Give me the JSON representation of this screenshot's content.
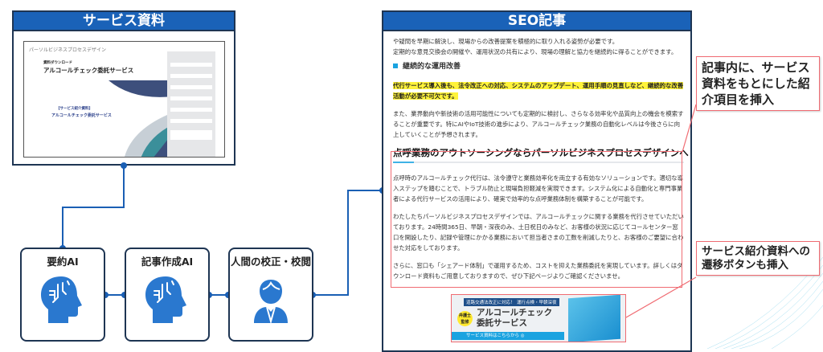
{
  "left_panel": {
    "title": "サービス資料",
    "screenshot": {
      "brand": "パーソルビジネスプロセスデザイン",
      "kicker": "資料ダウンロード",
      "heading": "アルコールチェック委託サービス",
      "sub_label": "【サービス紹介資料】",
      "sub_title": "アルコールチェック委託サービス"
    }
  },
  "steps": [
    {
      "label": "要約AI",
      "icon": "ai-head-icon"
    },
    {
      "label": "記事作成AI",
      "icon": "ai-head-icon"
    },
    {
      "label": "人間の校正・校閲",
      "icon": "person-icon"
    }
  ],
  "seo_panel": {
    "title": "SEO記事",
    "intro": [
      "や疑問を早期に解決し、現場からの改善提案を積極的に取り入れる姿勢が必要です。",
      "定期的な意見交換会の開催や、運用状況の共有により、現場の理解と協力を継続的に得ることができます。"
    ],
    "subheading": "継続的な運用改善",
    "highlight": "代行サービス導入後も、法令改正への対応、システムのアップデート、運用手順の見直しなど、継続的な改善活動が必要不可欠です。",
    "para2": "また、業界動向や新技術の活用可能性についても定期的に検討し、さらなる効率化や品質向上の機会を模索することが重要です。特にAIやIoT技術の進歩により、アルコールチェック業務の自動化レベルは今後さらに向上していくことが予想されます。",
    "section_heading": "点呼業務のアウトソーシングならパーソルビジネスプロセスデザインへ",
    "section_paras": [
      "点呼時のアルコールチェック代行は、法令遵守と業務効率化を両立する有効なソリューションです。適切な導入ステップを踏むことで、トラブル防止と現場負担軽減を実現できます。システム化による自動化と専門事業者による代行サービスの活用により、確実で効率的な点呼業務体制を構築することが可能です。",
      "わたしたちパーソルビジネスプロセスデザインでは、アルコールチェックに関する業務を代行させていただいております。24時間365日、早朝・深夜のみ、土日祝日のみなど、お客様の状況に応じてコールセンター窓口を開設したり、記録や管理にかかる業務において担当者さまの工数を削減したりと、お客様のご要望に合わせた対応をしております。",
      "さらに、窓口も「シェアード体制」で運用するため、コストを抑えた業務委託を実現しています。詳しくはダウンロード資料もご用意しておりますので、ぜひ下記ページよりご確認くださいませ。"
    ],
    "banner": {
      "tag1": "道路交通法改正に対応！",
      "tag2": "運行点検・早朝深夜",
      "badge": "弁護士監修",
      "title_line1": "アルコールチェック",
      "title_line2": "委託サービス",
      "cta": "サービス資料はこちらから ◎"
    }
  },
  "callouts": {
    "top": "記事内に、サービス資料をもとにした紹介項目を挿入",
    "bottom_line1": "サービス紹介資料への",
    "bottom_line2": "遷移ボタンも挿入"
  },
  "colors": {
    "header": "#1a62b8",
    "connector": "#1a5fb4",
    "callout_border": "#f06b72",
    "highlight": "#fff33a"
  }
}
